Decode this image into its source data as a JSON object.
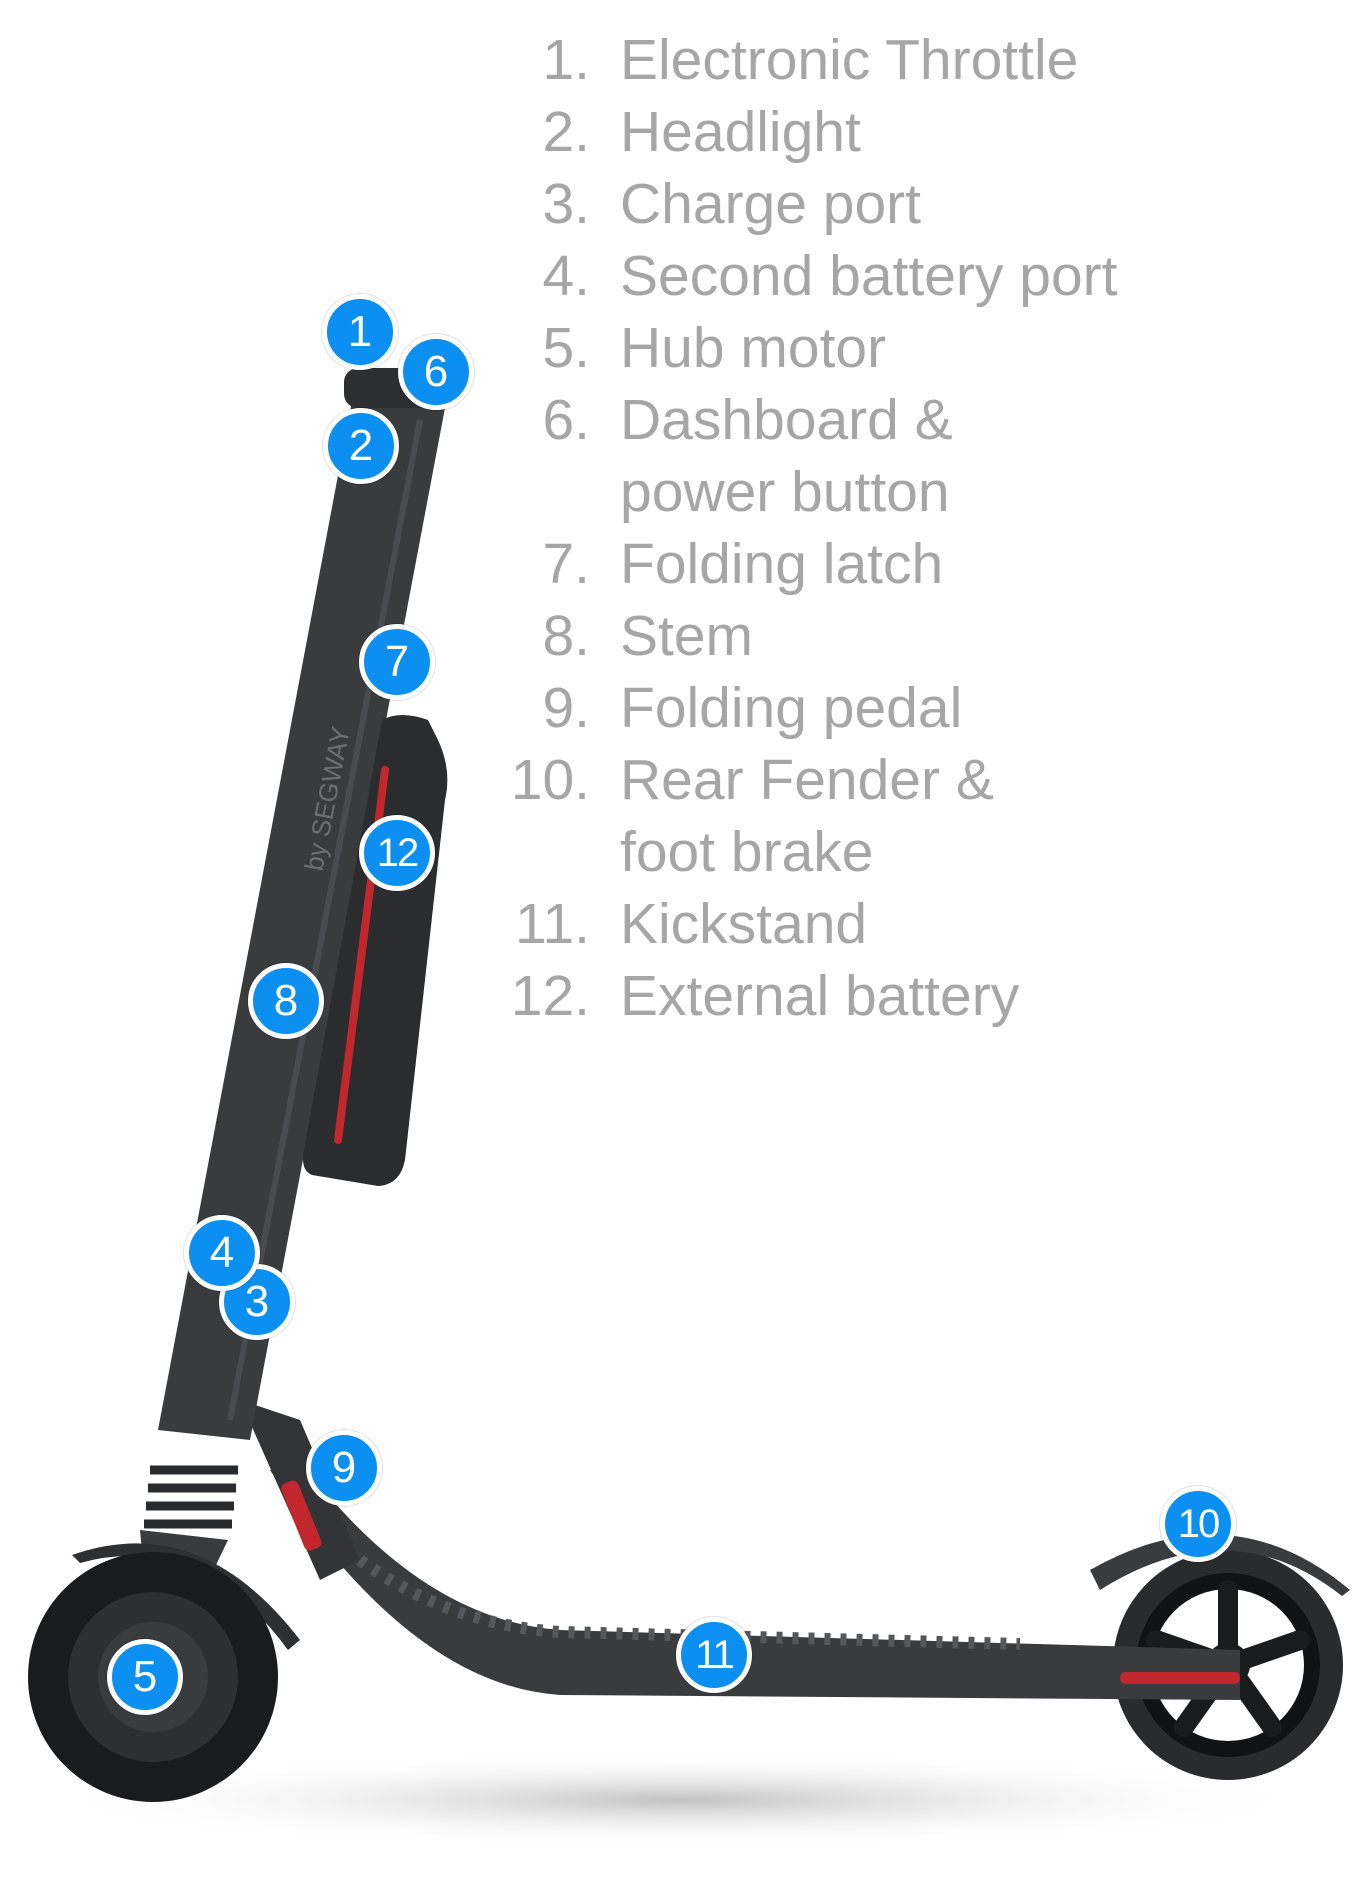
{
  "legend": [
    {
      "num": "1.",
      "text": "Electronic Throttle"
    },
    {
      "num": "2.",
      "text": "Headlight"
    },
    {
      "num": "3.",
      "text": "Charge port"
    },
    {
      "num": "4.",
      "text": "Second battery port"
    },
    {
      "num": "5.",
      "text": "Hub motor"
    },
    {
      "num": "6.",
      "text": "Dashboard &"
    },
    {
      "num": "",
      "text": "power button"
    },
    {
      "num": "7.",
      "text": "Folding latch"
    },
    {
      "num": "8.",
      "text": "Stem"
    },
    {
      "num": "9.",
      "text": "Folding pedal"
    },
    {
      "num": "10.",
      "text": "Rear Fender &"
    },
    {
      "num": "",
      "text": "foot brake"
    },
    {
      "num": "11.",
      "text": "Kickstand"
    },
    {
      "num": "12.",
      "text": "External battery"
    }
  ],
  "badges": [
    "1",
    "2",
    "3",
    "4",
    "5",
    "6",
    "7",
    "8",
    "9",
    "10",
    "11",
    "12"
  ],
  "stem_brand": "by SEGWAY",
  "colors": {
    "badge": "#0b8ff0",
    "legend_text": "#a6a6a6",
    "scooter_body": "#3a3b3d",
    "accent_red": "#c1272d"
  },
  "icons": [
    "electric-kick-scooter"
  ]
}
